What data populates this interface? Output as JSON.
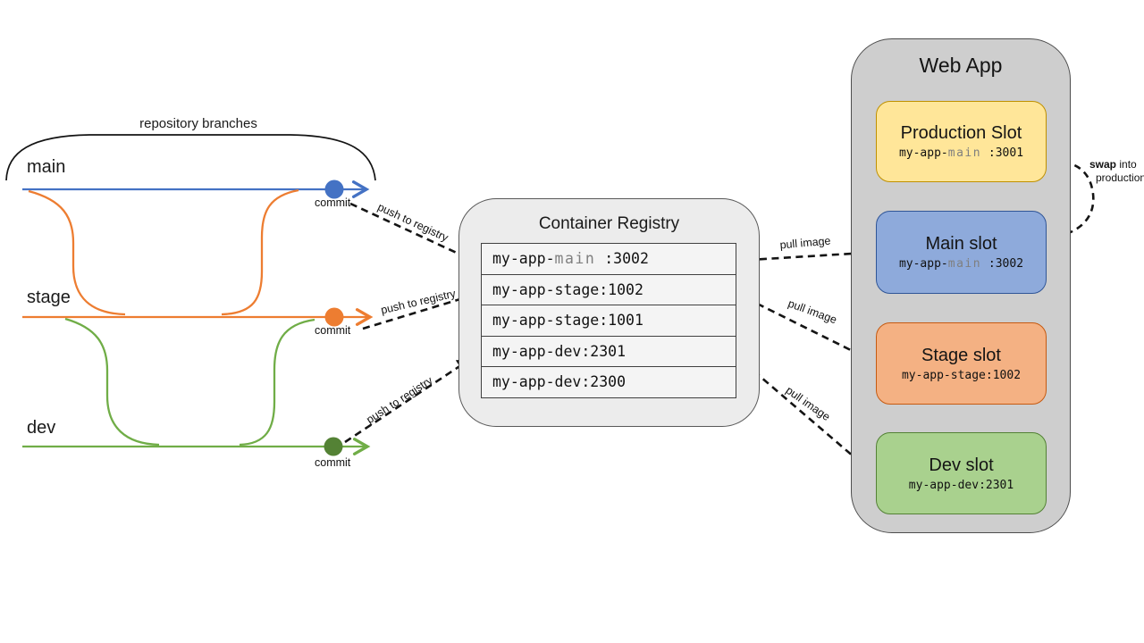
{
  "diagram": {
    "repo_bracket_label": "repository branches",
    "branches": [
      {
        "name": "main",
        "commit_label": "commit",
        "color": "#4472C4"
      },
      {
        "name": "stage",
        "commit_label": "commit",
        "color": "#ED7D31"
      },
      {
        "name": "dev",
        "commit_label": "commit",
        "color": "#70AD47",
        "dot_color": "#548235"
      }
    ],
    "push_arrows": [
      {
        "label": "push to registry"
      },
      {
        "label": "push to registry"
      },
      {
        "label": "push to registry"
      }
    ],
    "pull_arrows": [
      {
        "label": "pull image"
      },
      {
        "label": "pull image"
      },
      {
        "label": "pull image"
      }
    ],
    "swap_arrow": {
      "bold": "swap",
      "rest": " into",
      "line2": "production"
    }
  },
  "registry": {
    "title": "Container Registry",
    "rows": [
      {
        "pre": "my-app-",
        "hl": "main",
        "post": " :3002"
      },
      {
        "pre": "my-app-stage:1002"
      },
      {
        "pre": "my-app-stage:1001"
      },
      {
        "pre": "my-app-dev:2301"
      },
      {
        "pre": "my-app-dev:2300"
      }
    ]
  },
  "webapp": {
    "title": "Web App",
    "slots": [
      {
        "title": "Production Slot",
        "pre": "my-app-",
        "hl": "main",
        "post": " :3001",
        "fill": "#FFE699",
        "border": "#BF9000"
      },
      {
        "title": "Main slot",
        "pre": "my-app-",
        "hl": "main",
        "post": " :3002",
        "fill": "#8EAADB",
        "border": "#2F5597"
      },
      {
        "title": "Stage slot",
        "pre": "my-app-stage:1002",
        "fill": "#F4B183",
        "border": "#C55A11"
      },
      {
        "title": "Dev slot",
        "pre": "my-app-dev:2301",
        "fill": "#A9D18E",
        "border": "#538135"
      }
    ]
  }
}
